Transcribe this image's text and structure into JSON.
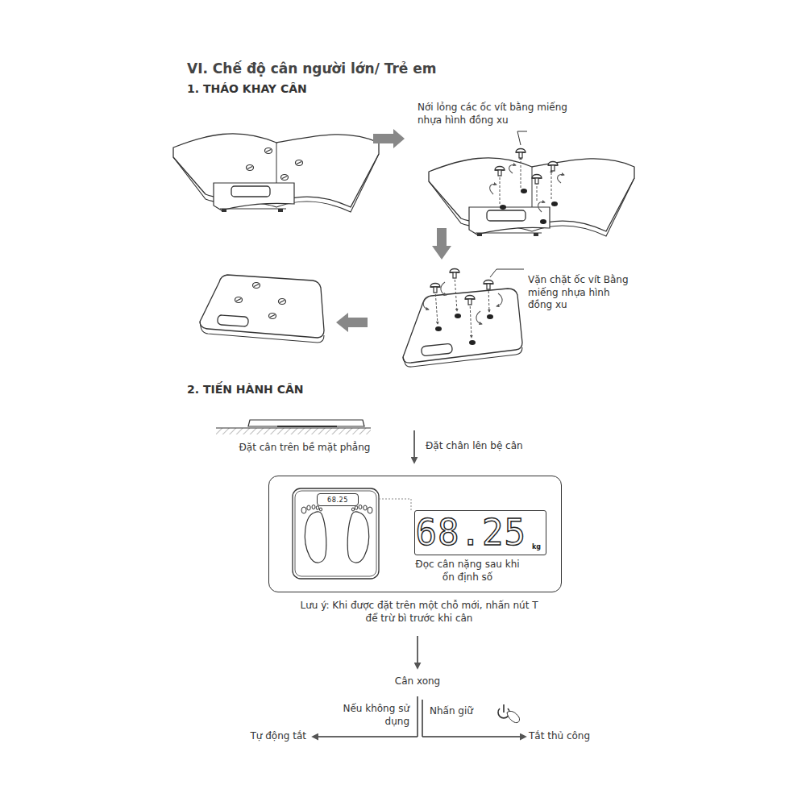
{
  "diagram": {
    "title": "VI. Chế độ cân người lớn/ Trẻ em",
    "nodes": [
      {
        "text": [
          "Đọc cân nặng sau khi ổn định số"
        ]
      },
      {
        "text": [
          "68.25"
        ],
        "in": 0
      },
      {
        "text": [
          "68.25",
          "kg"
        ],
        "in": 0
      }
    ],
    "labels": [
      "1. THÁO KHAY CÂN",
      "Nới lỏng các ốc vít bằng miếng nhựa hình đồng xu",
      "Vặn chặt ốc vít Bằng miếng nhựa hình đồng xu",
      "2. TIẾN HÀNH CÂN",
      "Đặt cân trên bề mặt phẳng",
      "Đặt chân lên bệ cân",
      "Lưu ý: Khi được đặt trên một chỗ mới, nhấn nút T để trừ bì trước khi cân",
      "Cân xong",
      "Nếu không sử dụng",
      "Nhấn giữ",
      "Tự động tắt",
      "Tắt thủ công"
    ]
  }
}
